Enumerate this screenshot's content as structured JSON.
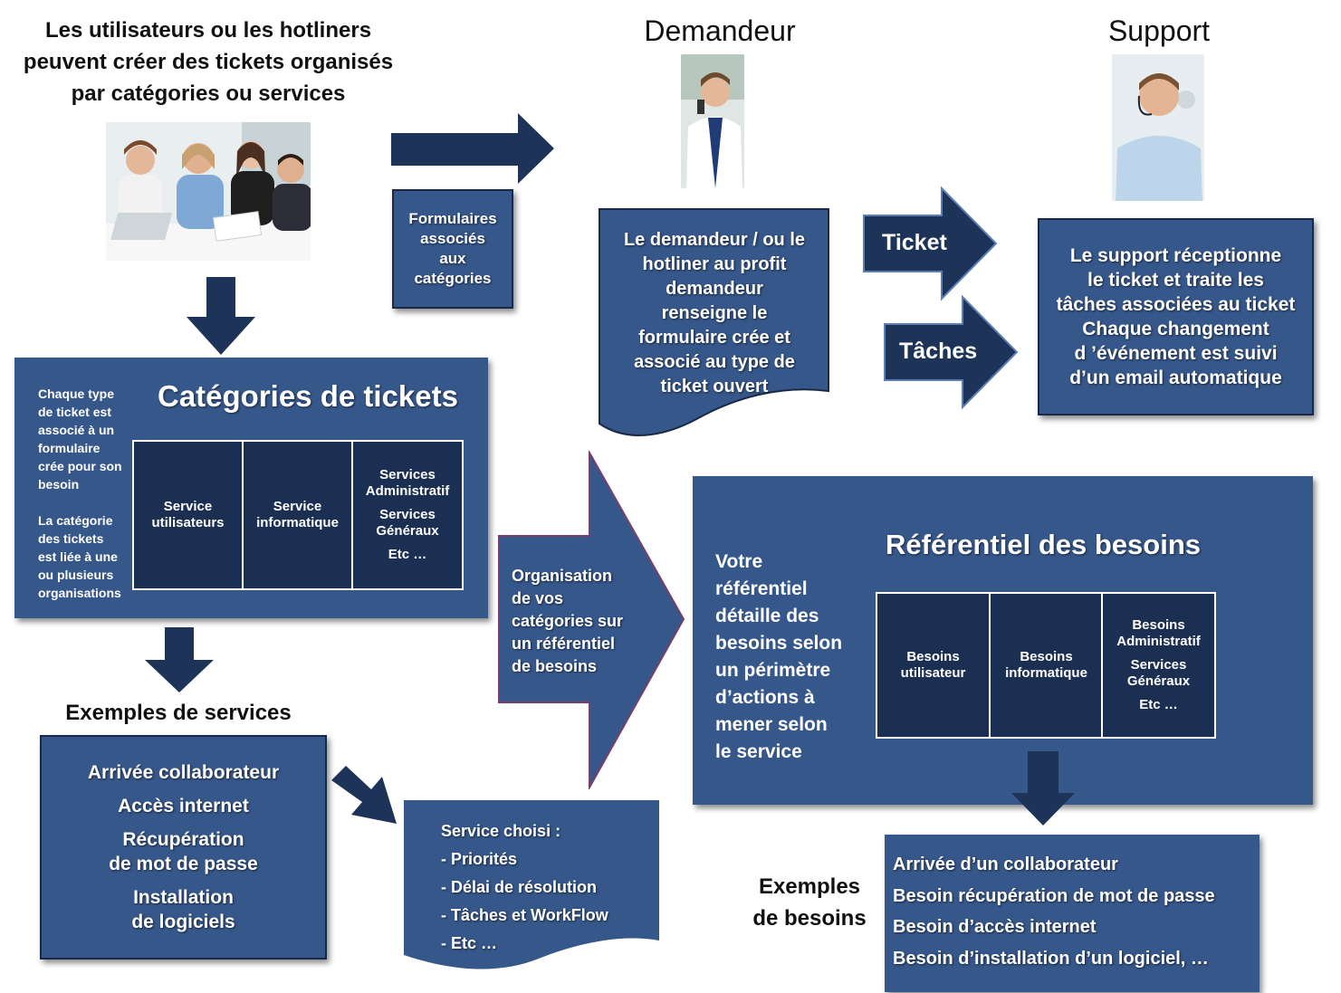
{
  "intro": {
    "line1": "Les utilisateurs ou les hotliners",
    "line2": "peuvent créer des tickets organisés",
    "line3": "par catégories ou services"
  },
  "roles": {
    "demandeur": "Demandeur",
    "support": "Support"
  },
  "formulaires_box": [
    "Formulaires",
    "associés",
    "aux",
    "catégories"
  ],
  "demandeur_box": [
    "Le demandeur / ou le",
    "hotliner au profit",
    "demandeur",
    "renseigne le",
    "formulaire crée et",
    "associé au type de",
    "ticket ouvert"
  ],
  "arrows": {
    "ticket": "Ticket",
    "taches": "Tâches"
  },
  "support_box": [
    "Le support réceptionne",
    "le ticket et traite les",
    "tâches associées au ticket",
    "Chaque changement",
    "d ’événement est suivi",
    "d’un email automatique"
  ],
  "categories": {
    "title": "Catégories de tickets",
    "side_text_1": [
      "Chaque type",
      "de ticket est",
      "associé à un",
      "formulaire",
      "crée pour son",
      "besoin"
    ],
    "side_text_2": [
      "La catégorie",
      "des tickets",
      "est liée à une",
      "ou plusieurs",
      "organisations"
    ],
    "cells": [
      {
        "lines": [
          "Service",
          "utilisateurs"
        ]
      },
      {
        "lines": [
          "Service",
          "informatique"
        ]
      },
      {
        "lines": [
          "Services",
          "Administratif"
        ],
        "lines2": [
          "Services",
          "Généraux"
        ],
        "lines3": [
          "Etc …"
        ]
      }
    ]
  },
  "organisation_arrow": [
    "Organisation",
    "de vos",
    "catégories sur",
    "un référentiel",
    "de besoins"
  ],
  "referentiel": {
    "title": "Référentiel des besoins",
    "side_text": [
      "Votre",
      "référentiel",
      "détaille des",
      "besoins selon",
      "un périmètre",
      "d’actions à",
      "mener selon",
      "le service"
    ],
    "cells": [
      {
        "lines": [
          "Besoins",
          "utilisateur"
        ]
      },
      {
        "lines": [
          "Besoins",
          "informatique"
        ]
      },
      {
        "lines": [
          "Besoins",
          "Administratif"
        ],
        "lines2": [
          "Services",
          "Généraux"
        ],
        "lines3": [
          "Etc …"
        ]
      }
    ]
  },
  "exemples_services": {
    "heading": "Exemples de services",
    "items": [
      "Arrivée collaborateur",
      "Accès internet",
      "Récupération",
      "de mot de passe",
      "Installation",
      "de logiciels"
    ]
  },
  "service_choisi": {
    "heading": "Service choisi :",
    "items": [
      "- Priorités",
      "- Délai de résolution",
      "- Tâches et WorkFlow",
      "- Etc …"
    ]
  },
  "exemples_besoins": {
    "heading_1": "Exemples",
    "heading_2": "de besoins",
    "items": [
      "Arrivée d’un collaborateur",
      "Besoin récupération de mot de passe",
      "Besoin d’accès internet",
      "Besoin d’installation d’un logiciel, …"
    ]
  },
  "colors": {
    "box_blue": "#36578a",
    "dark_navy": "#1b2f53",
    "arrow_navy": "#1d3458"
  }
}
